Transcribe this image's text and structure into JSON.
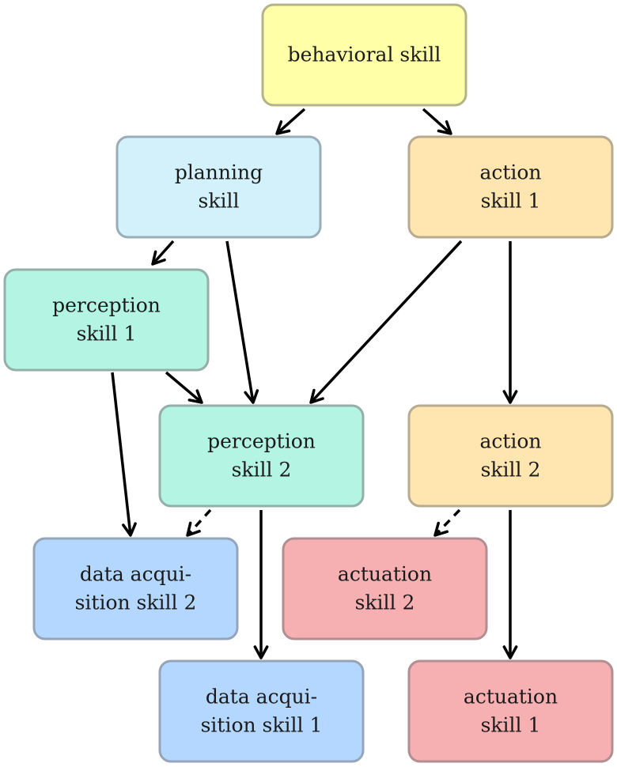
{
  "colors": {
    "behavioral": {
      "fill": "#ffffa8",
      "stroke": "#b3b38a"
    },
    "planning": {
      "fill": "#d2f1fb",
      "stroke": "#9aaeb8"
    },
    "action": {
      "fill": "#ffe6b0",
      "stroke": "#b8aa8e"
    },
    "perception": {
      "fill": "#b3f4e2",
      "stroke": "#94aea8"
    },
    "data": {
      "fill": "#b3d7fe",
      "stroke": "#96a4b8"
    },
    "actuation": {
      "fill": "#f6b0b2",
      "stroke": "#b08e92"
    }
  },
  "nodes": [
    {
      "id": "behavioral",
      "kind": "behavioral",
      "lines": [
        "behavioral skill"
      ]
    },
    {
      "id": "planning",
      "kind": "planning",
      "lines": [
        "planning",
        "skill"
      ]
    },
    {
      "id": "action1",
      "kind": "action",
      "lines": [
        "action",
        "skill 1"
      ]
    },
    {
      "id": "perception1",
      "kind": "perception",
      "lines": [
        "perception",
        "skill 1"
      ]
    },
    {
      "id": "perception2",
      "kind": "perception",
      "lines": [
        "perception",
        "skill 2"
      ]
    },
    {
      "id": "action2",
      "kind": "action",
      "lines": [
        "action",
        "skill 2"
      ]
    },
    {
      "id": "data2",
      "kind": "data",
      "lines": [
        "data acqui-",
        "sition skill 2"
      ]
    },
    {
      "id": "actuation2",
      "kind": "actuation",
      "lines": [
        "actuation",
        "skill 2"
      ]
    },
    {
      "id": "data1",
      "kind": "data",
      "lines": [
        "data acqui-",
        "sition skill 1"
      ]
    },
    {
      "id": "actuation1",
      "kind": "actuation",
      "lines": [
        "actuation",
        "skill 1"
      ]
    }
  ],
  "edges": [
    {
      "from": "behavioral",
      "to": "planning",
      "style": "solid"
    },
    {
      "from": "behavioral",
      "to": "action1",
      "style": "solid"
    },
    {
      "from": "planning",
      "to": "perception1",
      "style": "solid"
    },
    {
      "from": "planning",
      "to": "perception2",
      "style": "solid"
    },
    {
      "from": "action1",
      "to": "perception2",
      "style": "solid"
    },
    {
      "from": "action1",
      "to": "action2",
      "style": "solid"
    },
    {
      "from": "perception1",
      "to": "perception2",
      "style": "solid"
    },
    {
      "from": "perception1",
      "to": "data2",
      "style": "solid"
    },
    {
      "from": "perception2",
      "to": "data2",
      "style": "dashed"
    },
    {
      "from": "perception2",
      "to": "data1",
      "style": "solid"
    },
    {
      "from": "action2",
      "to": "actuation2",
      "style": "dashed"
    },
    {
      "from": "action2",
      "to": "actuation1",
      "style": "solid"
    }
  ]
}
